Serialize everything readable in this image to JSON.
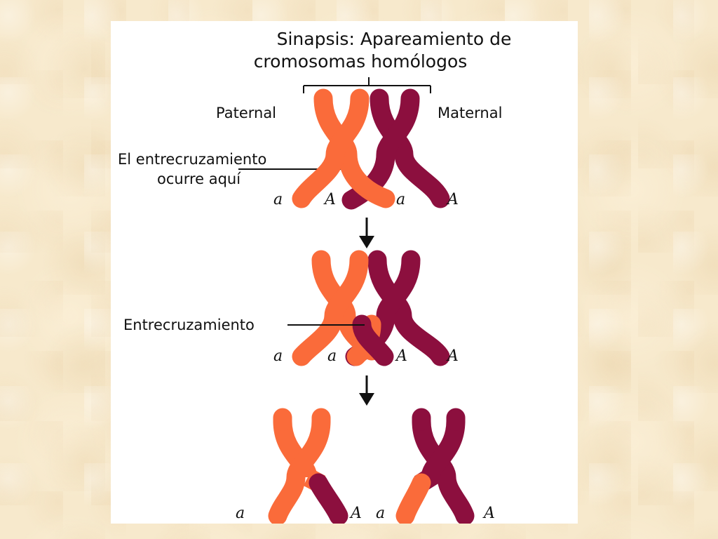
{
  "title": {
    "line1": "Sinapsis: Apareamiento de",
    "line2": "cromosomas homólogos"
  },
  "labels": {
    "paternal": "Paternal",
    "maternal": "Maternal",
    "crossover_here_line1": "El entrecruzamiento",
    "crossover_here_line2": "ocurre aquí",
    "crossover": "Entrecruzamiento"
  },
  "alleles": {
    "recessive": "a",
    "dominant": "A"
  },
  "colors": {
    "paternal": "#fa6b3a",
    "maternal": "#8c0f3e",
    "arrow": "#111111",
    "line": "#111111"
  }
}
